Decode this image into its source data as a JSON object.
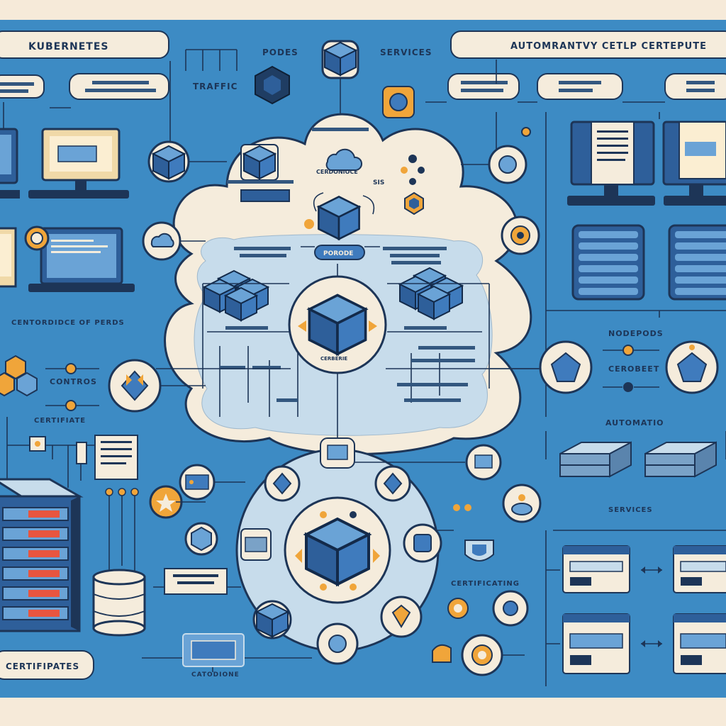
{
  "labels": {
    "kubernetes": "KUBERNETES",
    "top_right": "AUTOMRANTVY CETLP CERTEPUTE",
    "pods": "PODES",
    "services_top": "SERVICES",
    "traffic": "TRAFFIC",
    "left_mid": "CENTORDIDCE OF PERDS",
    "controls": "CONTROS",
    "nodes_right": "NODEPODS",
    "cerobeet": "CEROBEET",
    "certificate_left": "CERTIFIATE",
    "automation_right": "AUTOMATIO",
    "services_right": "SERVICES",
    "certification_mid": "CERTIFICATING",
    "certificate_bottom": "CERTIFIPATES",
    "caterione": "CATODIONE",
    "cloud_label": "CERDONIOCE",
    "sis": "SIS",
    "hub_label": "CERBERIE",
    "center_tag": "PORODE"
  },
  "colors": {
    "background": "#3d8bc4",
    "panel": "#f5ecdc",
    "outline": "#1d3557",
    "cube": "#3f7bbd",
    "accent_orange": "#f0a53a",
    "accent_red": "#e8553f"
  },
  "icons": [
    "cube-icon",
    "cloud-icon",
    "server-rack-icon",
    "database-icon",
    "monitor-icon",
    "laptop-icon",
    "certificate-icon",
    "gear-icon",
    "shield-icon",
    "node-hex-icon"
  ]
}
